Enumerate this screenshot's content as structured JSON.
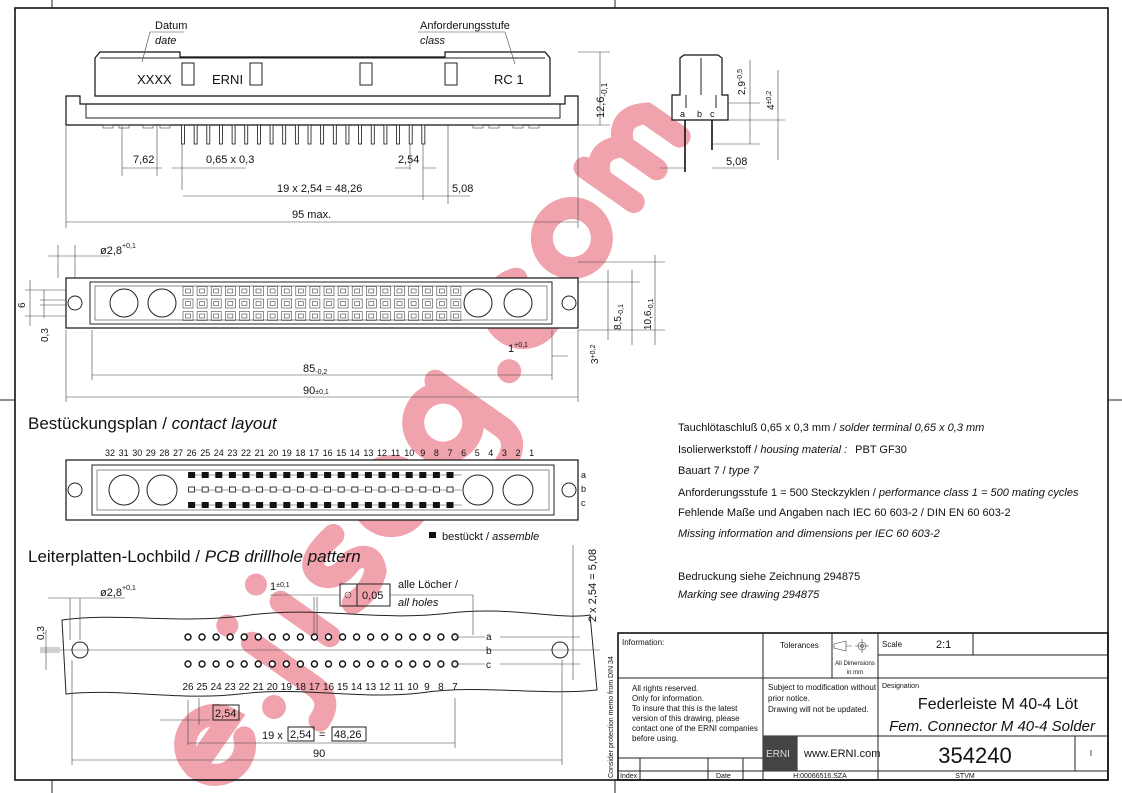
{
  "front_view": {
    "datum_label": "Datum",
    "datum_label_en": "date",
    "class_label": "Anforderungsstufe",
    "class_label_en": "class",
    "marking_date": "XXXX",
    "marking_brand": "ERNI",
    "marking_class": "RC 1",
    "dim_height": "12,6",
    "dim_height_tol": "-0,1",
    "dim_762": "7,62",
    "dim_terminal": "0,65  x 0,3",
    "dim_pitch": "2,54",
    "dim_pitch_total": "19 x 2,54 = 48,26",
    "dim_508": "5,08",
    "dim_width": "95 max."
  },
  "side_view": {
    "rows": [
      "a",
      "b",
      "c"
    ],
    "dim_29": "2,9",
    "dim_29_tol": "-0,5",
    "dim_4": "4",
    "dim_4_tol": "±0,2",
    "dim_508": "5,08"
  },
  "top_view": {
    "dim_hole": "ø2,8",
    "dim_hole_tol": "+0,1",
    "dim_6": "6",
    "dim_03": "0,3",
    "dim_1": "1",
    "dim_1_tol": "+0,1",
    "dim_3": "3",
    "dim_3_tol": "+0,2",
    "dim_85": "85",
    "dim_85_tol": "-0,2",
    "dim_90": "90",
    "dim_90_tol": "±0,1",
    "dim_85b": "8,5",
    "dim_85b_tol": "-0,1",
    "dim_106": "10,6",
    "dim_106_tol": "-0,1"
  },
  "contact_layout": {
    "title": "Bestückungsplan",
    "title_sep": " / ",
    "title_en": "contact layout",
    "numbers": [
      "32",
      "31",
      "30",
      "29",
      "28",
      "27",
      "26",
      "25",
      "24",
      "23",
      "22",
      "21",
      "20",
      "19",
      "18",
      "17",
      "16",
      "15",
      "14",
      "13",
      "12",
      "11",
      "10",
      "9",
      "8",
      "7",
      "6",
      "5",
      "4",
      "3",
      "2",
      "1"
    ],
    "rows": [
      "a",
      "b",
      "c"
    ],
    "legend_label": "bestückt",
    "legend_sep": " / ",
    "legend_label_en": "assemble"
  },
  "pcb_pattern": {
    "title": "Leiterplatten-Lochbild",
    "title_sep": " / ",
    "title_en": "PCB drillhole pattern",
    "dim_hole": "ø2,8",
    "dim_hole_tol": "+0,1",
    "dim_03": "0,3",
    "dim_1": "1",
    "dim_1_tol": "±0,1",
    "position_tol": "0,05",
    "all_holes": "alle Löcher /",
    "all_holes_en": "all holes",
    "row_labels": [
      "a",
      "b",
      "c"
    ],
    "numbers": [
      "26",
      "25",
      "24",
      "23",
      "22",
      "21",
      "20",
      "19",
      "18",
      "17",
      "16",
      "15",
      "14",
      "13",
      "12",
      "11",
      "10",
      "9",
      "8",
      "7"
    ],
    "dim_pitch": "2,54",
    "dim_total_prefix": "19 x",
    "dim_total_pitch": "2,54",
    "dim_total_eq": "=",
    "dim_total": "48,26",
    "dim_90": "90",
    "dim_row_prefix": "2 x",
    "dim_row_pitch": "2,54",
    "dim_row_eq": "=",
    "dim_row_total": "5,08"
  },
  "notes": [
    {
      "de": "Tauchlötaschluß 0,65 x 0,3 mm",
      "sep": " / ",
      "en": "solder terminal 0,65 x 0,3 mm"
    },
    {
      "de": "Isolierwerkstoff",
      "sep": " / ",
      "en": "housing material :",
      "value": "PBT  GF30"
    },
    {
      "de": "Bauart 7",
      "sep": " / ",
      "en": "type 7"
    },
    {
      "de": "Anforderungsstufe 1 = 500 Steckzyklen",
      "sep": " / ",
      "en": "performance class 1 = 500 mating cycles"
    },
    {
      "de": "Fehlende Maße und Angaben nach IEC 60 603-2 / DIN EN 60 603-2"
    },
    {
      "en": "Missing information and dimensions per IEC 60 603-2"
    },
    {
      "de": "Bedruckung siehe Zeichnung 294875"
    },
    {
      "en": "Marking see drawing 294875"
    }
  ],
  "title_block": {
    "side_note": "Consider protection memo from DIN 34",
    "information_label": "Information:",
    "tolerances_label": "Tolerances",
    "dimensions_note_1": "All Dimensions",
    "dimensions_note_2": "in mm",
    "scale_label": "Scale",
    "scale_value": "2:1",
    "rights": [
      "All rights reserved.",
      "Only for information.",
      "To insure that this is the latest",
      "version of this drawing, please",
      "contact one of the ERNI companies",
      "before using."
    ],
    "modification": [
      "Subject to modification without",
      "prior notice.",
      "Drawing will not be updated."
    ],
    "designation_label": "Designation",
    "designation_de": "Federleiste M 40-4 Löt",
    "designation_en": "Fem. Connector M 40-4 Solder",
    "logo_text": "ERNI",
    "website": "www.ERNI.com",
    "part_number": "354240",
    "revision": "I",
    "index_label": "Index",
    "date_label": "Date",
    "file_code": "H:00066516.SZA",
    "department": "STVM"
  },
  "watermark": "e.jisog.com",
  "colors": {
    "line": "#111111",
    "watermark": "#e2475c"
  }
}
